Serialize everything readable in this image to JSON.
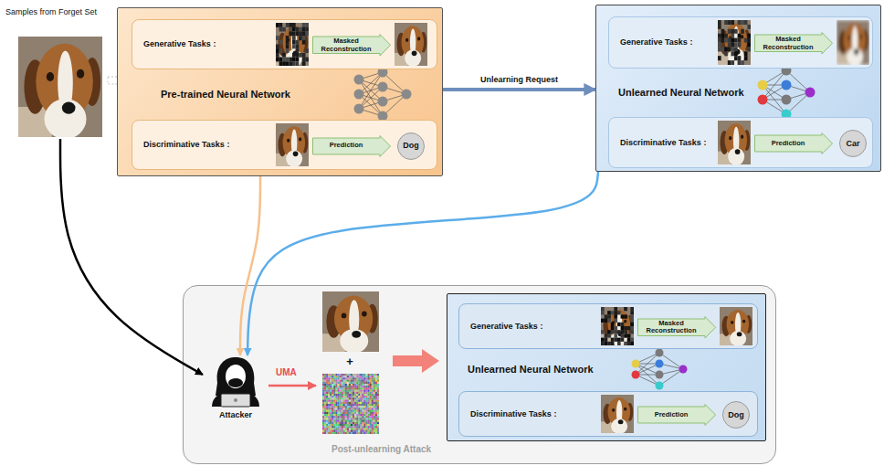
{
  "diagram": {
    "nodes": [
      {
        "text": [
          "Pre-trained Neural Network"
        ]
      },
      {
        "text": [
          "Generative Tasks :"
        ],
        "in": 0
      },
      {
        "text": [
          "Masked Reconstruction"
        ],
        "in": 1
      },
      {
        "text": [
          "Discriminative Tasks :"
        ],
        "in": 0
      },
      {
        "text": [
          "Prediction"
        ],
        "in": 3
      },
      {
        "text": [
          "Dog"
        ],
        "in": 3
      },
      {
        "text": [
          "Unlearned Neural Network"
        ]
      },
      {
        "text": [
          "Generative Tasks :"
        ],
        "in": 6
      },
      {
        "text": [
          "Masked Reconstruction"
        ],
        "in": 7
      },
      {
        "text": [
          "Discriminative Tasks :"
        ],
        "in": 6
      },
      {
        "text": [
          "Prediction"
        ],
        "in": 9
      },
      {
        "text": [
          "Car"
        ],
        "in": 9
      },
      {
        "text": [
          "Post-unlearning Attack"
        ]
      },
      {
        "text": [
          "Attacker"
        ],
        "in": 12
      },
      {
        "text": [
          "Unlearned Neural Network"
        ],
        "in": 12
      },
      {
        "text": [
          "Generative Tasks :"
        ],
        "in": 14
      },
      {
        "text": [
          "Masked Reconstruction"
        ],
        "in": 15
      },
      {
        "text": [
          "Discriminative Tasks :"
        ],
        "in": 14
      },
      {
        "text": [
          "Prediction"
        ],
        "in": 17
      },
      {
        "text": [
          "Dog"
        ],
        "in": 17
      }
    ],
    "edges": [
      {
        "from": 0,
        "to": 6,
        "label": "Unlearning Request",
        "arrow": "to"
      },
      {
        "from": 0,
        "to": 13,
        "arrow": "to"
      },
      {
        "from": 6,
        "to": 13,
        "arrow": "to"
      }
    ],
    "labels": [
      "Samples from Forget Set",
      "UMA",
      "+"
    ]
  }
}
